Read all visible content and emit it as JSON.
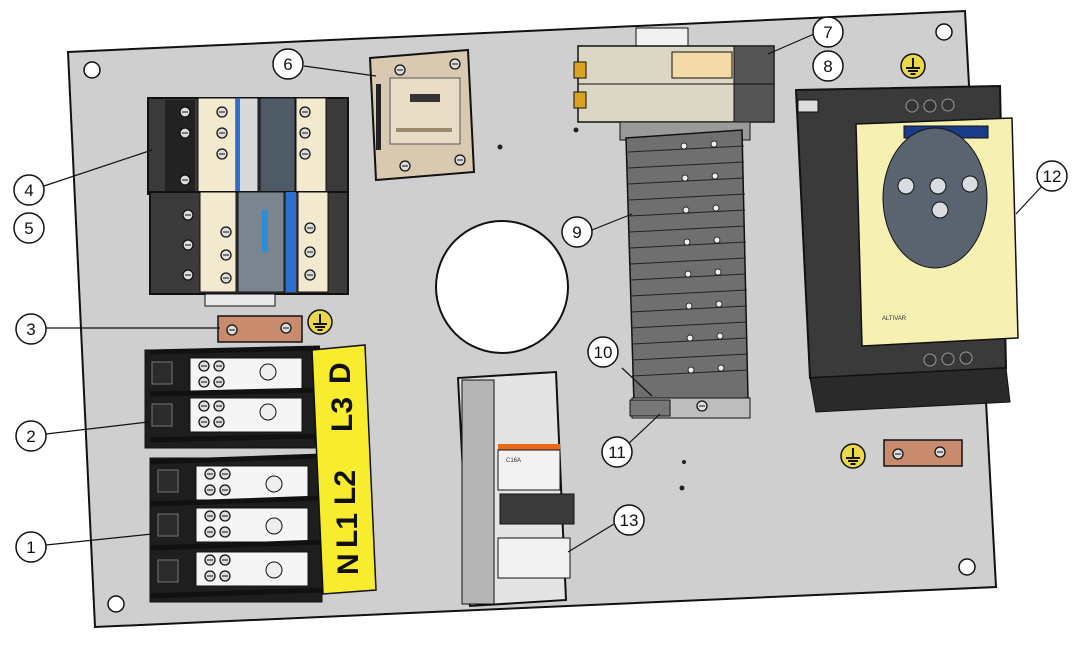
{
  "terminal_strip": {
    "labels": [
      "N",
      "L1",
      "L2",
      "L3",
      "D"
    ],
    "color": "#f7ec2e"
  },
  "callouts": [
    "1",
    "2",
    "3",
    "4",
    "5",
    "6",
    "7",
    "8",
    "9",
    "10",
    "11",
    "12",
    "13"
  ],
  "drive_brand": "ALTIVAR",
  "breaker_rating": "C16A",
  "colors": {
    "panel": "#cfcfcf",
    "copper": "#c98b6d",
    "drive_front": "#f6f0b3",
    "drive_body": "#3a3a3a",
    "ground_symbol": "#e8d84a"
  }
}
